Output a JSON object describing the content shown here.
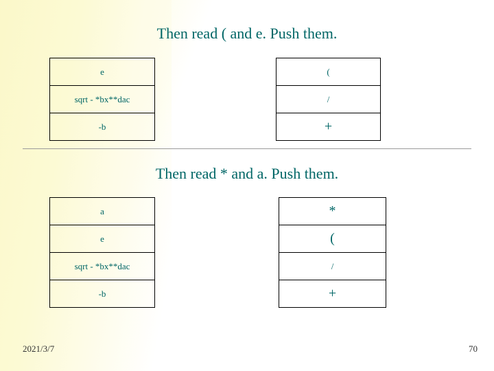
{
  "slide": {
    "section_one": {
      "title": "Then read ( and e. Push them.",
      "left_stack": [
        {
          "text": "e",
          "size": "small"
        },
        {
          "text": "sqrt - *bx**dac",
          "size": "small"
        },
        {
          "text": "-b",
          "size": "small"
        }
      ],
      "right_stack": [
        {
          "text": "(",
          "size": "small"
        },
        {
          "text": "/",
          "size": "small"
        },
        {
          "text": "+",
          "size": "big"
        }
      ]
    },
    "section_two": {
      "title": "Then read  * and a. Push them.",
      "left_stack": [
        {
          "text": "a",
          "size": "small"
        },
        {
          "text": "e",
          "size": "small"
        },
        {
          "text": "sqrt - *bx**dac",
          "size": "small"
        },
        {
          "text": "-b",
          "size": "small"
        }
      ],
      "right_stack": [
        {
          "text": "*",
          "size": "big"
        },
        {
          "text": "(",
          "size": "big"
        },
        {
          "text": "/",
          "size": "small"
        },
        {
          "text": "+",
          "size": "big"
        }
      ]
    },
    "footer": {
      "date": "2021/3/7",
      "page_number": "70"
    },
    "colors": {
      "text_teal": "#006666",
      "border": "#000000",
      "divider": "#9a9a9a",
      "background_tint": "#fbf8c9"
    }
  }
}
